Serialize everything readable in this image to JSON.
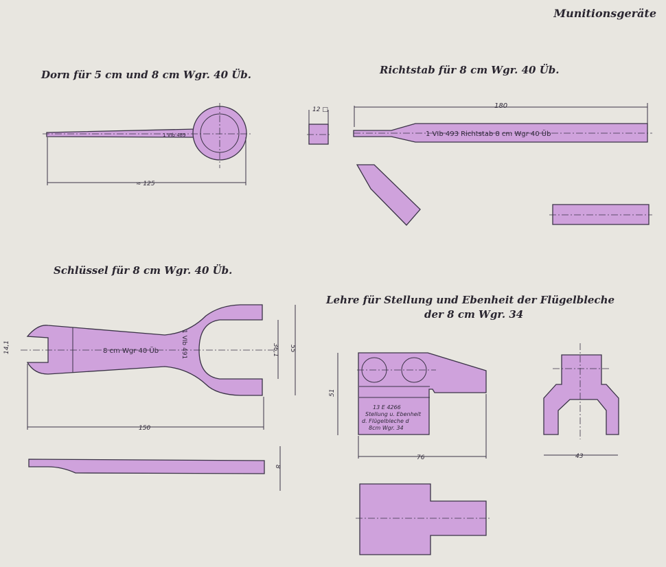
{
  "header": "Munitionsgeräte",
  "sections": {
    "dorn": {
      "title": "Dorn für 5 cm und 8 cm Wgr. 40 Üb.",
      "part_no": "1 VIb 489",
      "length": "≈ 125"
    },
    "richtstab": {
      "title": "Richtstab für 8 cm Wgr. 40 Üb.",
      "square": "12 □",
      "length": "180",
      "inscription": "1 VIb 493   Richtstab   8 cm Wgr 40 Üb"
    },
    "schluessel": {
      "title": "Schlüssel für 8 cm Wgr. 40 Üb.",
      "inscription": "8 cm Wgr 40 Üb",
      "part_no": "1 VIb 491",
      "dim_small": "14,1",
      "dim_jaw": "36,1",
      "dim_height": "55",
      "dim_length": "150",
      "dim_thickness": "8"
    },
    "lehre": {
      "title_line1": "Lehre für Stellung und Ebenheit der Flügelbleche",
      "title_line2": "der 8 cm Wgr. 34",
      "note": [
        "13 E 4266",
        "Stellung u. Ebenheit",
        "d. Flügelbleche d",
        "8cm Wgr. 34"
      ],
      "dim_height": "51",
      "dim_width": "76",
      "dim_side": "43"
    }
  }
}
